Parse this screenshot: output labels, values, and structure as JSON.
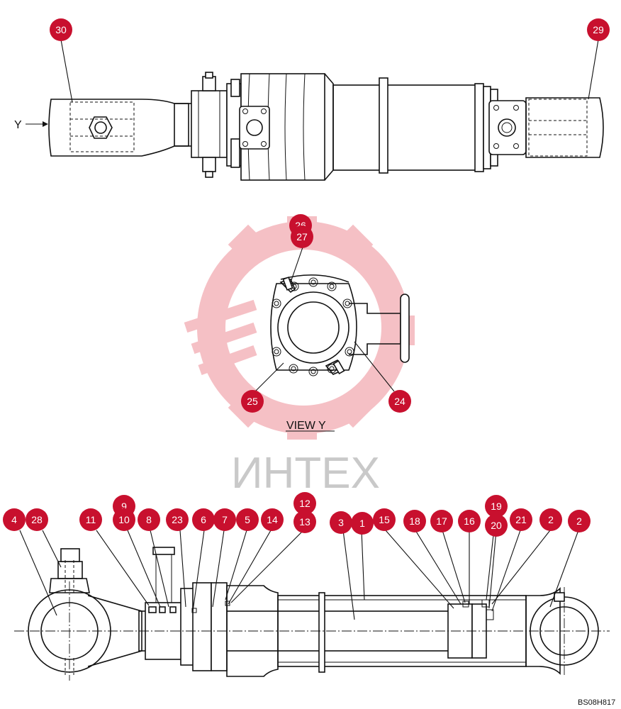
{
  "view_label": "VIEW  Y",
  "direction_label": "Y",
  "drawing_code": "BS08H817",
  "watermark_text": "ИНТЕХ",
  "colors": {
    "callout": "#c8102e",
    "line": "#111111",
    "watermark_gear": "#f4b6bc",
    "watermark_text": "#c9c9c9"
  },
  "callouts": {
    "c30": "30",
    "c29": "29",
    "c26": "26",
    "c27": "27",
    "c25": "25",
    "c24": "24",
    "c4": "4",
    "c28": "28",
    "c11": "11",
    "c9": "9",
    "c10": "10",
    "c8": "8",
    "c23": "23",
    "c6": "6",
    "c7": "7",
    "c5": "5",
    "c14": "14",
    "c12": "12",
    "c13": "13",
    "c3": "3",
    "c1": "1",
    "c15": "15",
    "c18": "18",
    "c17": "17",
    "c16": "16",
    "c19": "19",
    "c20": "20",
    "c21": "21",
    "c2a": "2",
    "c2b": "2"
  }
}
